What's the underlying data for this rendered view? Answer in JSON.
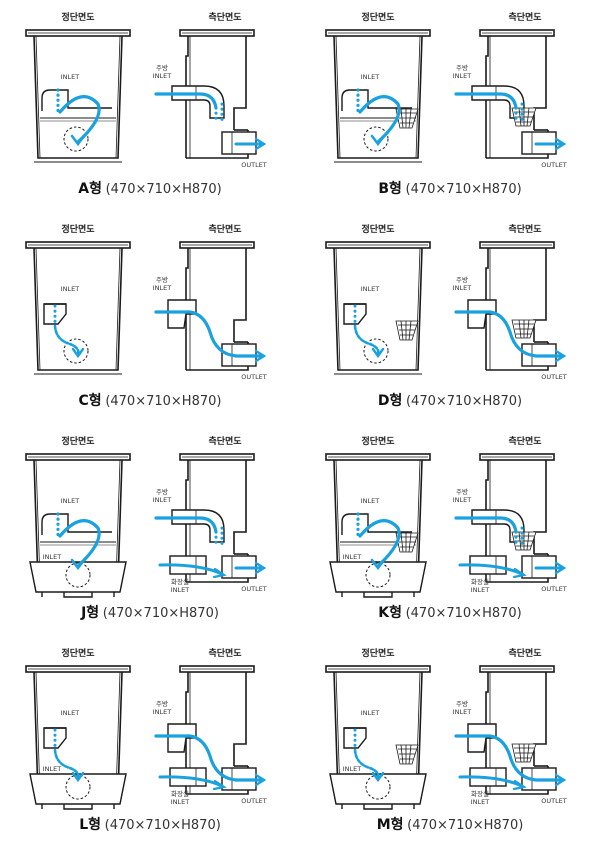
{
  "section_front": "정단면도",
  "section_side": "측단면도",
  "inlet": "INLET",
  "kitchen_inlet": [
    "주방",
    "INLET"
  ],
  "toilet_inlet": [
    "화장실",
    "INLET"
  ],
  "outlet": "OUTLET",
  "colors": {
    "flow": "#1aa1df",
    "line": "#1a1a1a"
  },
  "panels": [
    {
      "id": "A",
      "label": "A형",
      "dims": "(470×710×H870)",
      "basket": false,
      "toilet": false,
      "style": "arc"
    },
    {
      "id": "B",
      "label": "B형",
      "dims": "(470×710×H870)",
      "basket": true,
      "toilet": false,
      "style": "arc"
    },
    {
      "id": "C",
      "label": "C형",
      "dims": "(470×710×H870)",
      "basket": false,
      "toilet": false,
      "style": "simple"
    },
    {
      "id": "D",
      "label": "D형",
      "dims": "(470×710×H870)",
      "basket": true,
      "toilet": false,
      "style": "simple"
    },
    {
      "id": "J",
      "label": "J형",
      "dims": "(470×710×H870)",
      "basket": false,
      "toilet": true,
      "style": "arc"
    },
    {
      "id": "K",
      "label": "K형",
      "dims": "(470×710×H870)",
      "basket": true,
      "toilet": true,
      "style": "arc"
    },
    {
      "id": "L",
      "label": "L형",
      "dims": "(470×710×H870)",
      "basket": false,
      "toilet": true,
      "style": "simple"
    },
    {
      "id": "M",
      "label": "M형",
      "dims": "(470×710×H870)",
      "basket": true,
      "toilet": true,
      "style": "simple"
    }
  ]
}
